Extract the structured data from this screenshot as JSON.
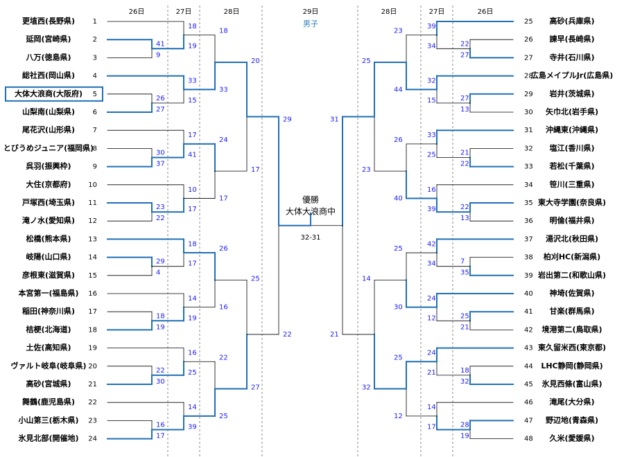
{
  "header": {
    "left_days": [
      "26日",
      "27日",
      "28日"
    ],
    "center_day": "29日",
    "right_days": [
      "28日",
      "27日",
      "26日"
    ],
    "category": "男子"
  },
  "champion": {
    "title": "優勝",
    "name": "大体大浪商中",
    "final_score": "32-31"
  },
  "highlight_color": "#1f6fb5",
  "left": {
    "teams": [
      {
        "seed": "1",
        "name": "更埴西(長野県)"
      },
      {
        "seed": "2",
        "name": "延岡(宮崎県)"
      },
      {
        "seed": "3",
        "name": "八万(徳島県)"
      },
      {
        "seed": "4",
        "name": "総社西(岡山県)"
      },
      {
        "seed": "5",
        "name": "大体大浪商(大阪府)"
      },
      {
        "seed": "6",
        "name": "山梨南(山梨県)"
      },
      {
        "seed": "7",
        "name": "尾花沢(山形県)"
      },
      {
        "seed": "8",
        "name": "とびうめジュニア(福岡県)"
      },
      {
        "seed": "9",
        "name": "呉羽(振興枠)"
      },
      {
        "seed": "10",
        "name": "大住(京都府)"
      },
      {
        "seed": "11",
        "name": "戸塚西(埼玉県)"
      },
      {
        "seed": "12",
        "name": "滝ノ水(愛知県)"
      },
      {
        "seed": "13",
        "name": "松橋(熊本県)"
      },
      {
        "seed": "14",
        "name": "岐陽(山口県)"
      },
      {
        "seed": "15",
        "name": "彦根東(滋賀県)"
      },
      {
        "seed": "16",
        "name": "本宮第一(福島県)"
      },
      {
        "seed": "17",
        "name": "稲田(神奈川県)"
      },
      {
        "seed": "18",
        "name": "桔梗(北海道)"
      },
      {
        "seed": "19",
        "name": "土佐(高知県)"
      },
      {
        "seed": "20",
        "name": "ヴァルト岐阜(岐阜県)"
      },
      {
        "seed": "21",
        "name": "高砂(宮城県)"
      },
      {
        "seed": "22",
        "name": "舞鶴(鹿児島県)"
      },
      {
        "seed": "23",
        "name": "小山第三(栃木県)"
      },
      {
        "seed": "24",
        "name": "氷見北部(開催地)"
      }
    ],
    "scores": {
      "r1": [
        [
          "41",
          "9"
        ],
        [
          "26",
          "27"
        ],
        [
          "30",
          "37"
        ],
        [
          "23",
          "22"
        ],
        [
          "29",
          "4"
        ],
        [
          "18",
          "19"
        ],
        [
          "22",
          "30"
        ],
        [
          "16",
          "17"
        ]
      ],
      "r2": [
        [
          "18",
          "19"
        ],
        [
          "33",
          "15"
        ],
        [
          "17",
          "41"
        ],
        [
          "10",
          "17"
        ],
        [
          "18",
          "17"
        ],
        [
          "14",
          "19"
        ],
        [
          "16",
          "25"
        ],
        [
          "14",
          "39"
        ]
      ],
      "r3": [
        [
          "18",
          "33"
        ],
        [
          "24",
          "17"
        ],
        [
          "26",
          "16"
        ],
        [
          "22",
          "25"
        ]
      ],
      "r4": [
        [
          "20",
          "17"
        ],
        [
          "25",
          "27"
        ]
      ],
      "sf": [
        "29",
        "22"
      ]
    }
  },
  "right": {
    "teams": [
      {
        "seed": "25",
        "name": "高砂(兵庫県)"
      },
      {
        "seed": "26",
        "name": "諫早(長崎県)"
      },
      {
        "seed": "27",
        "name": "寺井(石川県)"
      },
      {
        "seed": "28",
        "name": "広島メイプルJr(広島県)"
      },
      {
        "seed": "29",
        "name": "岩井(茨城県)"
      },
      {
        "seed": "30",
        "name": "矢巾北(岩手県)"
      },
      {
        "seed": "31",
        "name": "沖縄東(沖縄県)"
      },
      {
        "seed": "32",
        "name": "塩江(香川県)"
      },
      {
        "seed": "33",
        "name": "若松(千葉県)"
      },
      {
        "seed": "34",
        "name": "笹川(三重県)"
      },
      {
        "seed": "35",
        "name": "東大寺学園(奈良県)"
      },
      {
        "seed": "36",
        "name": "明倫(福井県)"
      },
      {
        "seed": "37",
        "name": "湯沢北(秋田県)"
      },
      {
        "seed": "38",
        "name": "柏刈HC(新潟県)"
      },
      {
        "seed": "39",
        "name": "岩出第二(和歌山県)"
      },
      {
        "seed": "40",
        "name": "神埼(佐賀県)"
      },
      {
        "seed": "41",
        "name": "甘楽(群馬県)"
      },
      {
        "seed": "42",
        "name": "境港第二(鳥取県)"
      },
      {
        "seed": "43",
        "name": "東久留米西(東京都)"
      },
      {
        "seed": "44",
        "name": "LHC静岡(静岡県)"
      },
      {
        "seed": "45",
        "name": "氷見西條(富山県)"
      },
      {
        "seed": "46",
        "name": "滝尾(大分県)"
      },
      {
        "seed": "47",
        "name": "野辺地(青森県)"
      },
      {
        "seed": "48",
        "name": "久米(愛媛県)"
      }
    ],
    "scores": {
      "r1": [
        [
          "22",
          "27"
        ],
        [
          "27",
          "13"
        ],
        [
          "21",
          "22"
        ],
        [
          "22",
          "13"
        ],
        [
          "7",
          "35"
        ],
        [
          "25",
          "21"
        ],
        [
          "18",
          "32"
        ],
        [
          "28",
          "19"
        ]
      ],
      "r2": [
        [
          "39",
          "34"
        ],
        [
          "32",
          "15"
        ],
        [
          "33",
          "25"
        ],
        [
          "16",
          "39"
        ],
        [
          "42",
          "34"
        ],
        [
          "24",
          "12"
        ],
        [
          "24",
          "21"
        ],
        [
          "14",
          "17"
        ]
      ],
      "r3": [
        [
          "23",
          "44"
        ],
        [
          "26",
          "40"
        ],
        [
          "25",
          "30"
        ],
        [
          "25",
          "12"
        ]
      ],
      "r4": [
        [
          "25",
          "23"
        ],
        [
          "14",
          "32"
        ]
      ],
      "sf": [
        "31",
        "21"
      ]
    }
  }
}
